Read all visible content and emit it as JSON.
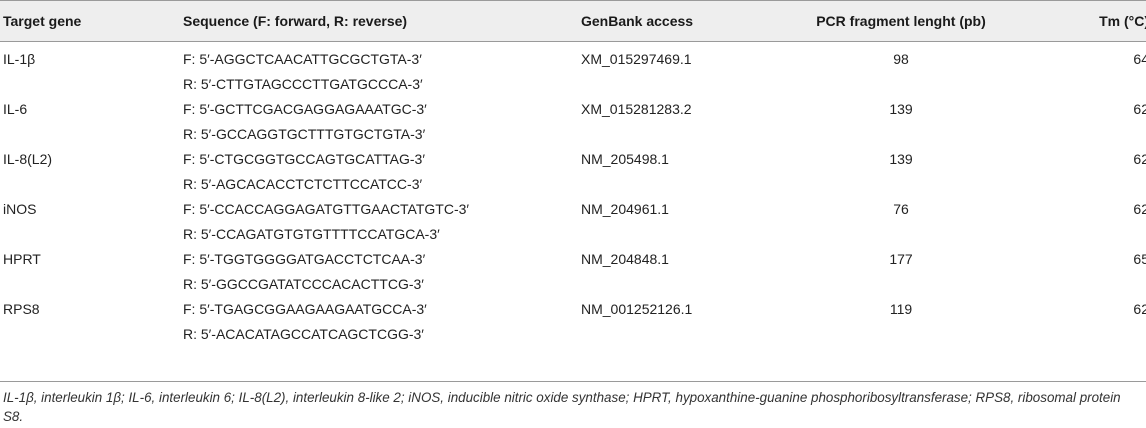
{
  "headers": {
    "gene": "Target gene",
    "sequence": "Sequence (F: forward, R: reverse)",
    "genbank": "GenBank access",
    "length": "PCR fragment lenght (pb)",
    "tm": "Tm (°C)"
  },
  "rows": [
    {
      "gene": "IL-1β",
      "forward": "F: 5′-AGGCTCAACATTGCGCTGTA-3′",
      "reverse": "R: 5′-CTTGTAGCCCTTGATGCCCA-3′",
      "genbank": "XM_015297469.1",
      "length": "98",
      "tm": "64"
    },
    {
      "gene": "IL-6",
      "forward": "F: 5′-GCTTCGACGAGGAGAAATGC-3′",
      "reverse": "R: 5′-GCCAGGTGCTTTGTGCTGTA-3′",
      "genbank": "XM_015281283.2",
      "length": "139",
      "tm": "62"
    },
    {
      "gene": "IL-8(L2)",
      "forward": "F: 5′-CTGCGGTGCCAGTGCATTAG-3′",
      "reverse": "R: 5′-AGCACACCTCTCTTCCATCC-3′",
      "genbank": "NM_205498.1",
      "length": "139",
      "tm": "62"
    },
    {
      "gene": "iNOS",
      "forward": "F: 5′-CCACCAGGAGATGTTGAACTATGTC-3′",
      "reverse": "R: 5′-CCAGATGTGTGTTTTCCATGCA-3′",
      "genbank": "NM_204961.1",
      "length": "76",
      "tm": "62"
    },
    {
      "gene": "HPRT",
      "forward": "F: 5′-TGGTGGGGATGACCTCTCAA-3′",
      "reverse": "R: 5′-GGCCGATATCCCACACTTCG-3′",
      "genbank": "NM_204848.1",
      "length": "177",
      "tm": "65"
    },
    {
      "gene": "RPS8",
      "forward": "F: 5′-TGAGCGGAAGAAGAATGCCA-3′",
      "reverse": "R: 5′-ACACATAGCCATCAGCTCGG-3′",
      "genbank": "NM_001252126.1",
      "length": "119",
      "tm": "62"
    }
  ],
  "footnote": "IL-1β, interleukin 1β; IL-6, interleukin 6; IL-8(L2), interleukin 8-like 2; iNOS, inducible nitric oxide synthase; HPRT, hypoxanthine-guanine phosphoribosyltransferase; RPS8, ribosomal protein S8."
}
